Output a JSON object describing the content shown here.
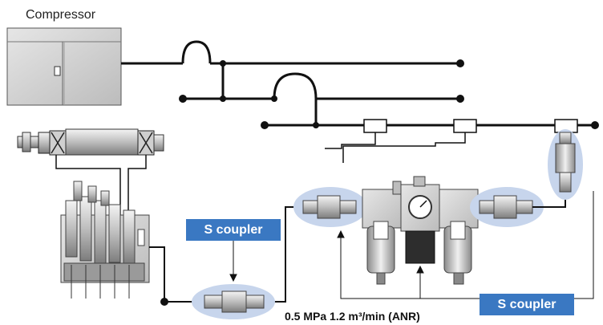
{
  "labels": {
    "compressor": "Compressor",
    "coupler_left": "S coupler",
    "coupler_right": "S coupler",
    "spec": "0.5 MPa 1.2 m³/min (ANR)"
  },
  "colors": {
    "line": "#111111",
    "badge": "#3a78c2",
    "highlight": "#c7d5ec",
    "equipment": "#cfcfcf"
  }
}
